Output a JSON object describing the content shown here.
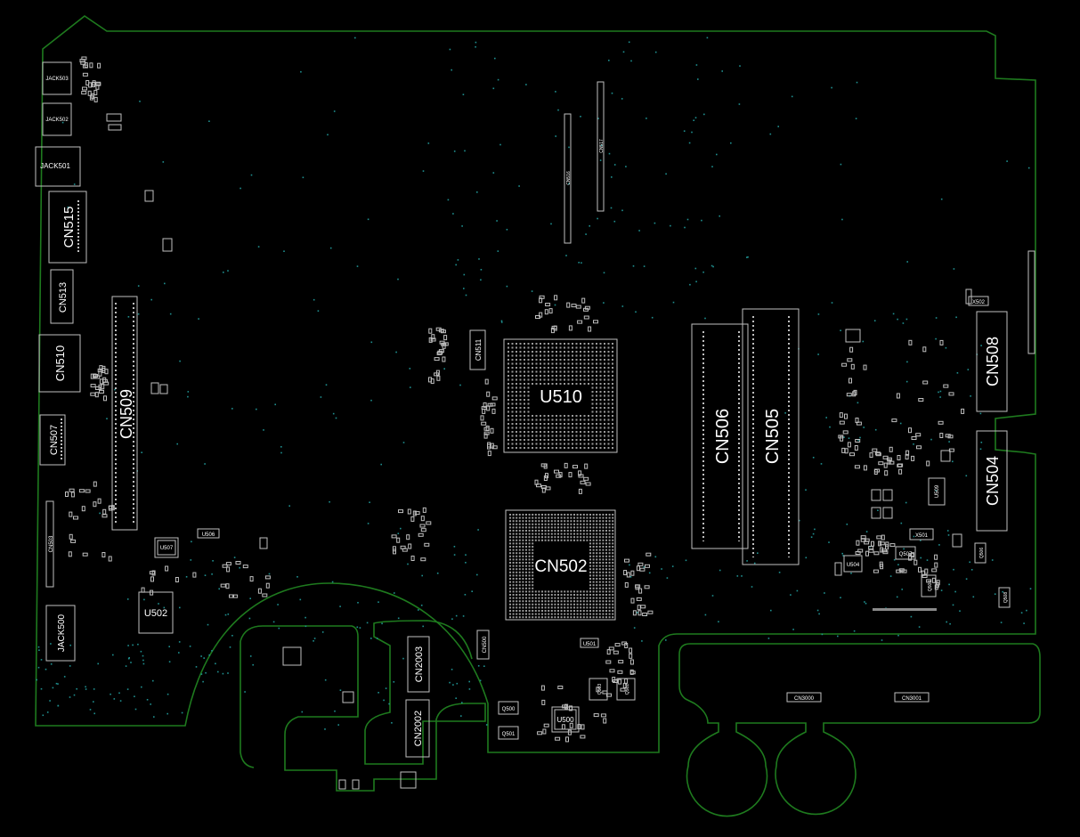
{
  "title": "",
  "colors": {
    "background": "#000000",
    "outline": "#1e7a1e",
    "component": "#bfbfbf",
    "via": "#1f8f8f",
    "label": "#ffffff"
  },
  "labels": {
    "jack503": "JACK503",
    "jack502": "JACK502",
    "jack501": "JACK501",
    "jack500": "JACK500",
    "cn515": "CN515",
    "cn513": "CN513",
    "cn510": "CN510",
    "cn507": "CN507",
    "cn509": "CN509",
    "cn503": "CN503",
    "cn511": "CN511",
    "cn516": "CN516",
    "cn517": "CN517",
    "u510": "U510",
    "cn502": "CN502",
    "cn506": "CN506",
    "cn505": "CN505",
    "cn508": "CN508",
    "cn504": "CN504",
    "u507": "U507",
    "u506": "U506",
    "u502": "U502",
    "cn500": "CN500",
    "u501": "U501",
    "u500": "U500",
    "q503": "Q503",
    "q502": "Q502",
    "q500": "Q500",
    "q501": "Q501",
    "cn2003": "CN2003",
    "cn2002": "CN2002",
    "cn3000": "CN3000",
    "cn3001": "CN3001",
    "x502": "X502",
    "x501": "X501",
    "u509": "U509",
    "u504": "U504",
    "q507": "Q507",
    "q506": "Q506",
    "q504": "Q504",
    "q508": "Q508"
  }
}
